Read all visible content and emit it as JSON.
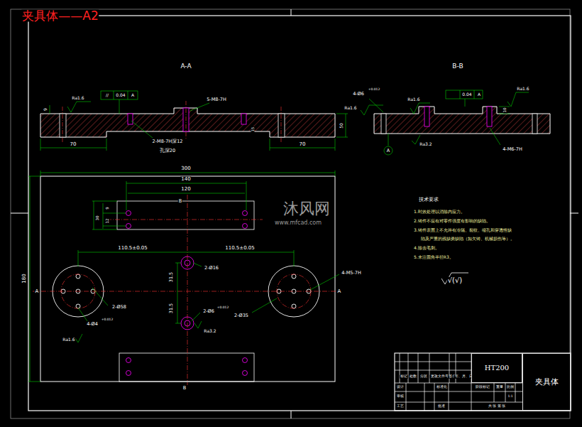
{
  "diagram": {
    "nodes": [
      {
        "text": [
          "HT200"
        ]
      },
      {
        "text": [
          "夹具体"
        ]
      }
    ],
    "labels": [
      "夹具体——A2",
      "A-A",
      "B-B",
      "Ra1.6",
      "//",
      "0.04",
      "A",
      "5-M8-7H",
      "2-M8-7H深12",
      "孔深20",
      "70",
      "70",
      "9",
      "15",
      "50",
      "4-Ø6",
      "+0.012",
      "Ra1.6",
      "Ra1.6",
      "0.04",
      "A",
      "Ra1.6",
      "10",
      "A",
      "Ra3.2",
      "4-M6-7H",
      "300",
      "140",
      "120",
      "B",
      "9",
      "12",
      "30",
      "110.5±0.05",
      "110.5±0.05",
      "2-Ø16",
      "31.5",
      "31.5",
      "2-Ø6",
      "+0.012",
      "Ra3.2",
      "A",
      "A",
      "180",
      "2-Ø58",
      "4-Ø4",
      "+0.012",
      "Ra1.6",
      "4-M5-7H",
      "2-Ø35",
      "B",
      "技术要求",
      "1.时效处理以消除内应力。",
      "2.铸件不应有对零件强度有影响的缺陷。",
      "3.铸件表面上不允许有冷隔、裂纹、缩孔和穿透性缺",
      "陷及严重的残缺类缺陷（如欠铸、机械损伤等）。",
      "4.除去毛刺。",
      "5.未注圆角半径R3。",
      "√(√)",
      "标记",
      "处数",
      "分区",
      "更改文件号",
      "签名",
      "年、月、日",
      "设计",
      "标准化",
      "审核",
      "工艺",
      "批准",
      "阶段标记",
      "重量",
      "比例",
      "1:1",
      "共 张 第 张",
      "沐风网",
      "www.mfcad.com"
    ]
  }
}
